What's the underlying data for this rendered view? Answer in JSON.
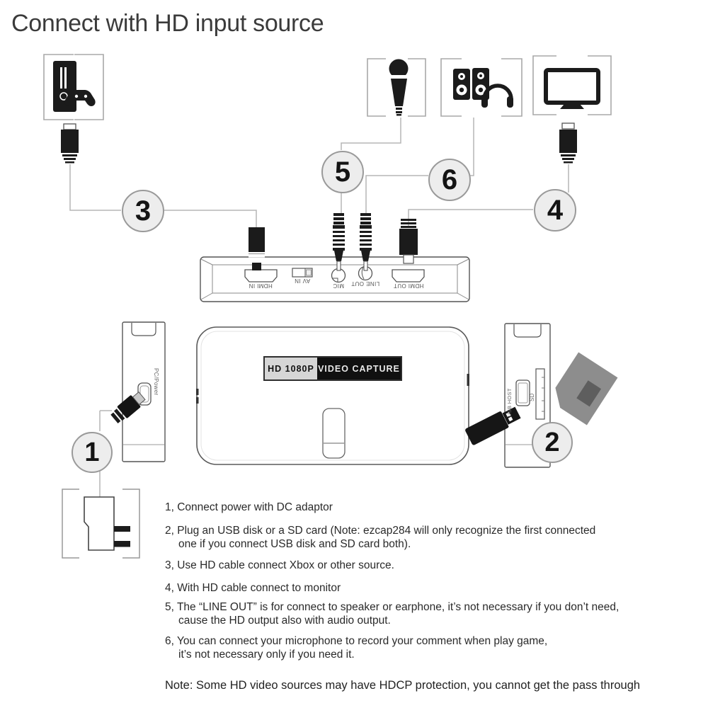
{
  "title": "Connect with HD input source",
  "markers": [
    "1",
    "2",
    "3",
    "4",
    "5",
    "6"
  ],
  "device_badge": {
    "left": "HD 1080P",
    "right": "VIDEO CAPTURE"
  },
  "topview": {
    "ports": [
      {
        "label": "HDMI IN"
      },
      {
        "label": "AV IN"
      },
      {
        "label": "MIC"
      },
      {
        "label": "LINE OUT"
      },
      {
        "label": "HDMI OUT"
      }
    ]
  },
  "side_panels": {
    "left_port_label": "PC/Power",
    "right_usb_label": "USB HOST",
    "right_sd_label": "SD"
  },
  "icons": {
    "console": "game-console-icon",
    "microphone": "microphone-icon",
    "speakers": "speakers-headphones-icon",
    "monitor": "monitor-icon",
    "hdmi_plug": "hdmi-plug-icon",
    "audio_plug": "audio-jack-plug-icon",
    "usb_drive": "usb-flash-drive-icon",
    "sd_card": "sd-card-icon",
    "power_adaptor": "power-adaptor-icon"
  },
  "instructions": [
    {
      "text": "1, Connect power with DC adaptor"
    },
    {
      "text": "2, Plug an USB disk or a SD card (Note: ezcap284 will only recognize the first connected\none if you connect USB disk and SD card both)."
    },
    {
      "text": "3, Use HD cable connect Xbox or other source."
    },
    {
      "text": "4, With HD cable connect to monitor"
    },
    {
      "text": "5, The “LINE OUT” is for connect to speaker or earphone, it’s not necessary if you don’t need,\ncause the HD output also with audio output."
    },
    {
      "text": "6, You can connect your microphone to record your comment when play game,\nit’s not necessary only if you need it."
    }
  ],
  "note": "Note: Some HD video sources may have HDCP protection, you cannot get the pass through",
  "colors": {
    "ink": "#1b1b1b",
    "outline": "#555555",
    "cable": "#b5b5b5",
    "bracket": "#a8a8a8",
    "circle_fill": "#ededed",
    "circle_border": "#9a9a9a",
    "badge_gray": "#d6d6d6",
    "badge_black": "#101010",
    "sd_card": "#8d8d8d",
    "sd_card_inner": "#5e5e5e"
  }
}
